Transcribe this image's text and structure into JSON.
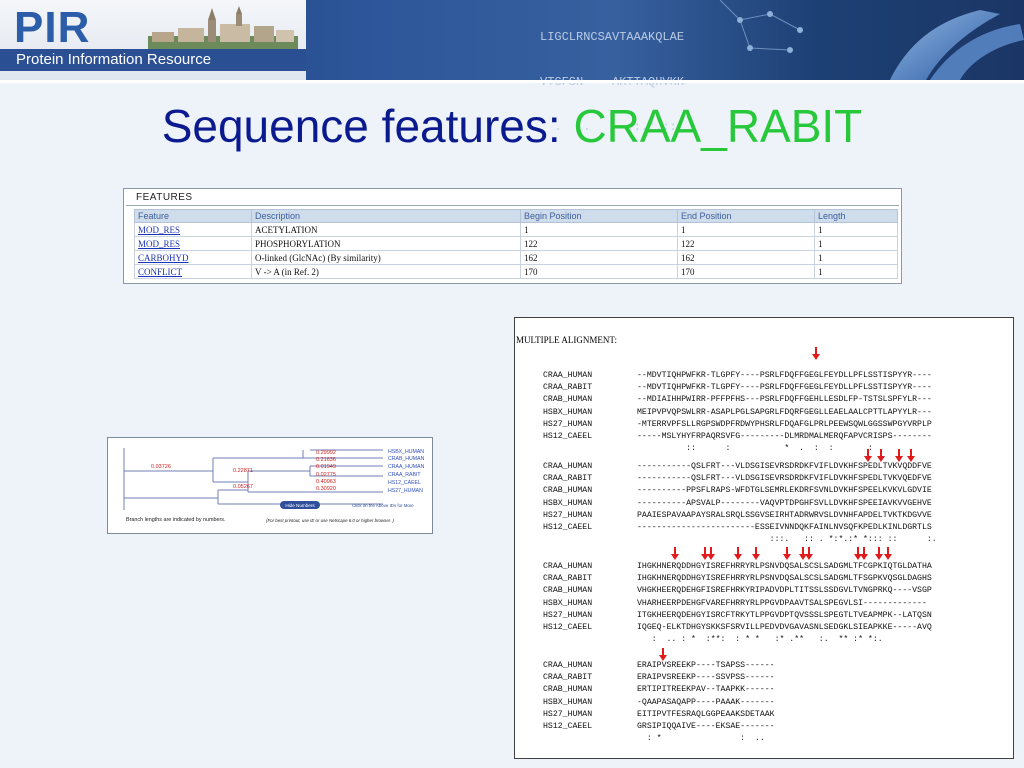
{
  "banner": {
    "logo_text": "PIR",
    "logo_subtitle": "Protein Information Resource",
    "seq_lines": [
      "LIGCLRNCSAVTAAAKQLAE",
      "VTGFSN----AKTTAQHVKK",
      "  .   .     .:.*.:: "
    ],
    "colors": {
      "title": "#0b1a8e",
      "accent": "#27c83a",
      "arrow": "#e11b1b"
    }
  },
  "title": {
    "main": "Sequence features: ",
    "accent": "CRAA_RABIT"
  },
  "features": {
    "heading": "FEATURES",
    "columns": [
      "Feature",
      "Description",
      "Begin Position",
      "End Position",
      "Length"
    ],
    "rows": [
      [
        "MOD_RES",
        "ACETYLATION",
        "1",
        "1",
        "1"
      ],
      [
        "MOD_RES",
        "PHOSPHORYLATION",
        "122",
        "122",
        "1"
      ],
      [
        "CARBOHYD",
        "O-linked (GlcNAc) (By similarity)",
        "162",
        "162",
        "1"
      ],
      [
        "CONFLICT",
        "V -> A (in Ref. 2)",
        "170",
        "170",
        "1"
      ]
    ]
  },
  "tree": {
    "internal_lengths": [
      "0.03726",
      "0.22871",
      "0.05267"
    ],
    "leaf_lengths": [
      "0.29992",
      "0.21636",
      "0.01949",
      "0.02775",
      "0.40963",
      "0.30920"
    ],
    "leaves": [
      "HSBX_HUMAN",
      "CRAB_HUMAN",
      "CRAA_HUMAN",
      "CRAA_RABIT",
      "HS12_CAEEL",
      "HS27_HUMAN"
    ],
    "button_label": "Hide Numbers",
    "click_hint": "Click on the Above IDs for More",
    "footnote": "Branch lengths are indicated by numbers.",
    "printout_note": "(For best printout, use IE or use Netscape 6.0 or higher browser. )"
  },
  "alignment": {
    "title": "MULTIPLE ALIGNMENT:",
    "blocks": [
      {
        "rows": [
          [
            "CRAA_HUMAN",
            "--MDVTIQHPWFKR-TLGPFY----PSRLFDQFFGEGLFEYDLLPFLSSTISPYYR----"
          ],
          [
            "CRAA_RABIT",
            "--MDVTIQHPWFKR-TLGPFY----PSRLFDQFFGEGLFEYDLLPFLSSTISPYYR----"
          ],
          [
            "CRAB_HUMAN",
            "--MDIAIHHPWIRR-PFFPFHS---PSRLFDQFFGEHLLESDLFP-TSTSLSPFYLR---"
          ],
          [
            "HSBX_HUMAN",
            "MEIPVPVQPSWLRR-ASAPLPGLSAPGRLFDQRFGEGLLEAELAALCPTTLAPYYLR---"
          ],
          [
            "HS27_HUMAN",
            "-MTERRVPFSLLRGPSWDPFRDWYPHSRLFDQAFGLPRLPEEWSQWLGGSSWPGYVRPLP"
          ],
          [
            "HS12_CAEEL",
            "-----MSLYHYFRPAQRSVFG---------DLMRDMALMERQFAPVCRISPS--------"
          ]
        ],
        "consensus": "          ::      :           *  .  :  :       :"
      },
      {
        "rows": [
          [
            "CRAA_HUMAN",
            "-----------QSLFRT---VLDSGISEVRSDRDKFVIFLDVKHFSPEDLTVKVQDDFVE"
          ],
          [
            "CRAA_RABIT",
            "-----------QSLFRT---VLDSGISEVRSDRDKFVIFLDVKHFSPEDLTVKVQEDFVE"
          ],
          [
            "CRAB_HUMAN",
            "----------PPSFLRAPS-WFDTGLSEMRLEKDRFSVNLDVKHFSPEELKVKVLGDVIE"
          ],
          [
            "HSBX_HUMAN",
            "----------APSVALP--------VAQVPTDPGHFSVLLDVKHFSPEEIAVKVVGEHVE"
          ],
          [
            "HS27_HUMAN",
            "PAAIESPAVAAPAYSRALSRQLSSGVSEIRHTADRWRVSLDVNHFAPDELTVKTKDGVVE"
          ],
          [
            "HS12_CAEEL",
            "------------------------ESSEIVNNDQKFAINLNVSQFKPEDLKINLDGRTLS"
          ]
        ],
        "consensus": "                           :::.   :: . *:*.:* *::: ::      :."
      },
      {
        "rows": [
          [
            "CRAA_HUMAN",
            "IHGKHNERQDDHGYISREFHRRYRLPSNVDQSALSCSLSADGMLTFCGPKIQTGLDATHA"
          ],
          [
            "CRAA_RABIT",
            "IHGKHNERQDDHGYISREFHRRYRLPSNVDQSALSCSLSADGMLTFSGPKVQSGLDAGHS"
          ],
          [
            "CRAB_HUMAN",
            "VHGKHEERQDEHGFISREFHRKYRIPADVDPLTITSSLSSDGVLTVNGPRKQ----VSGP"
          ],
          [
            "HSBX_HUMAN",
            "VHARHEERPDEHGFVAREFHRRYRLPPGVDPAAVTSALSPEGVLSI-------------"
          ],
          [
            "HS27_HUMAN",
            "ITGKHEERQDEHGYISRCFTRKYTLPPGVDPTQVSSSLSPEGTLTVEAPMPK--LATQSN"
          ],
          [
            "HS12_CAEEL",
            "IQGEQ-ELKTDHGYSKKSFSRVILLPEDVDVGAVASNLSEDGKLSIEAPKKE-----AVQ"
          ]
        ],
        "consensus": "   :  .. : *  :**:  : * *   :* .**   :.  ** :* *:."
      },
      {
        "rows": [
          [
            "CRAA_HUMAN",
            "ERAIPVSREEKP----TSAPSS------"
          ],
          [
            "CRAA_RABIT",
            "ERAIPVSREEKP----SSVPSS------"
          ],
          [
            "CRAB_HUMAN",
            "ERTIPITREEKPAV--TAAPKK------"
          ],
          [
            "HSBX_HUMAN",
            "-QAAPASAQAPP----PAAAK-------"
          ],
          [
            "HS27_HUMAN",
            "EITIPVTFESRAQLGGPEAAKSDETAAK"
          ],
          [
            "HS12_CAEEL",
            "GRSIPIQQAIVE----EKSAE-------"
          ]
        ],
        "consensus": "  : *                :  .."
      }
    ]
  }
}
